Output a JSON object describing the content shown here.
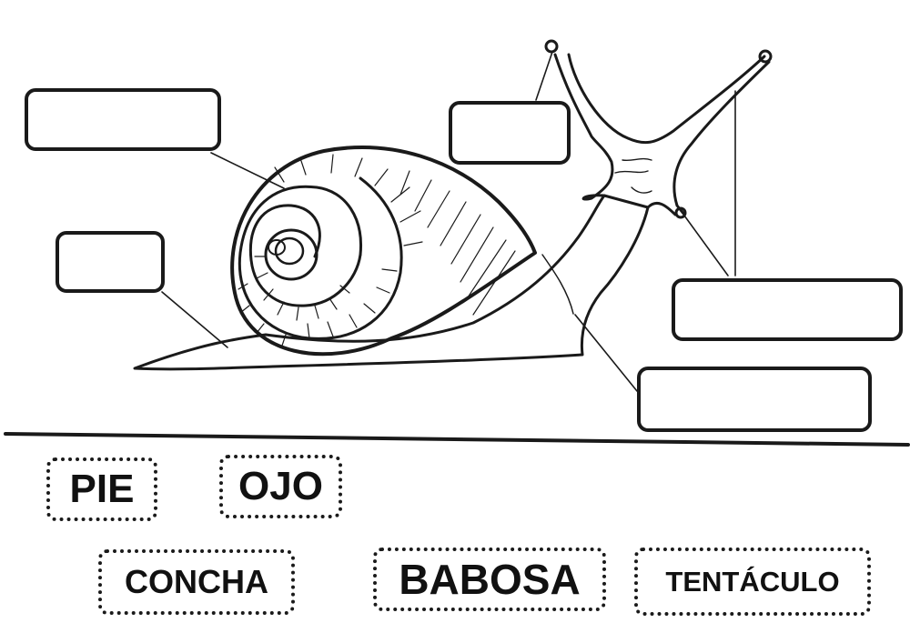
{
  "worksheet": {
    "drop_targets": [
      "",
      "",
      "",
      "",
      "",
      ""
    ],
    "word_bank": [
      {
        "label": "PIE"
      },
      {
        "label": "OJO"
      },
      {
        "label": "CONCHA"
      },
      {
        "label": "BABOSA"
      },
      {
        "label": "TENTÁCULO"
      }
    ]
  },
  "colors": {
    "ink": "#1a1a1a",
    "background": "#ffffff"
  }
}
